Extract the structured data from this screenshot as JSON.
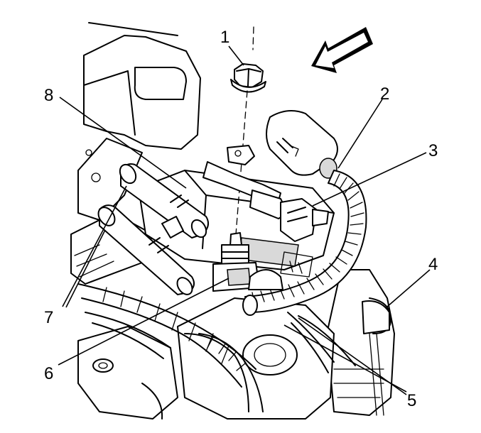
{
  "callouts": {
    "c1": "1",
    "c2": "2",
    "c3": "3",
    "c4": "4",
    "c5": "5",
    "c6": "6",
    "c7": "7",
    "c8": "8"
  },
  "colors": {
    "ink": "#000000",
    "paper": "#ffffff",
    "arrow_fill": "#000000"
  }
}
